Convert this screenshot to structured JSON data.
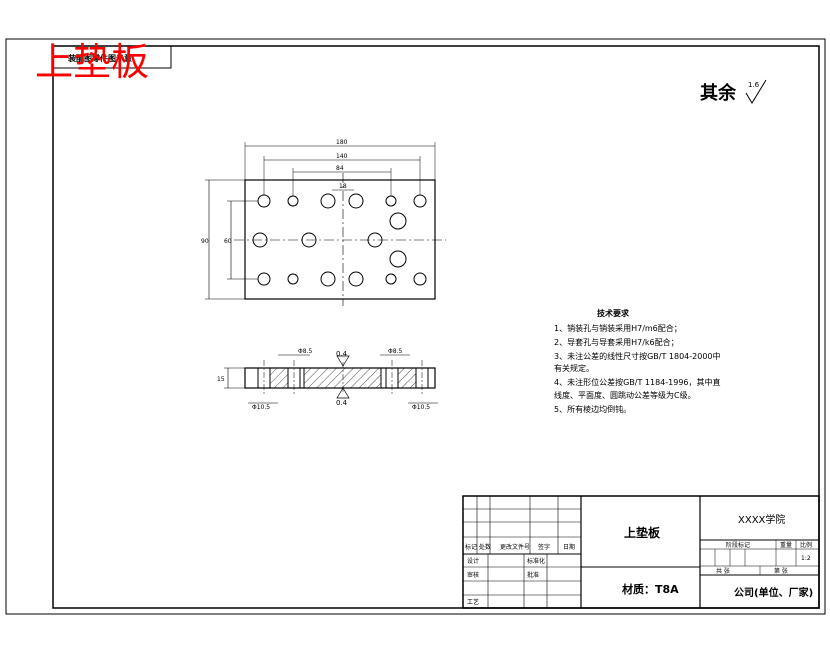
{
  "header": {
    "big_title": "上垫板",
    "stamp_text": "装配图零件图示意"
  },
  "surface_finish": {
    "label": "其余",
    "value": "1.6"
  },
  "plan_view": {
    "dims": {
      "overall_width": "180",
      "outer_holes": "140",
      "inner_holes": "84",
      "center_gap": "18",
      "overall_height": "90",
      "row_spacing": "60"
    }
  },
  "section_view": {
    "dims": {
      "left_dim": "Φ8.5",
      "right_dim": "Φ8.5",
      "left_bottom": "Φ10.5",
      "right_bottom": "Φ10.5",
      "thickness": "15"
    },
    "roughness_top": "0.4",
    "roughness_bottom": "0.4"
  },
  "tech_requirements": {
    "title": "技术要求",
    "lines": [
      "1、销装孔与销装采用H7/m6配合；",
      "2、导套孔与导套采用H7/k6配合；",
      "3、未注公差的线性尺寸按GB/T 1804-2000中",
      "   有关规定。",
      "4、未注形位公差按GB/T 1184-1996，其中直",
      "   线度、平面度、圆跳动公差等级为C级。",
      "5、所有棱边均倒钝。"
    ]
  },
  "title_block": {
    "part_name": "上垫板",
    "material": "材质：T8A",
    "school": "XXXX学院",
    "company": "公司(单位、厂家)",
    "labels": {
      "mark": "标记",
      "count": "处数",
      "change_doc": "更改文件号",
      "signature": "签字",
      "date": "日期",
      "design": "设计",
      "check": "审核",
      "process": "工艺",
      "standard": "标准化",
      "approve": "批准",
      "stage_mark": "阶段标记",
      "weight": "重量",
      "scale": "比例",
      "sheet": "第 张",
      "sheets": "共 张",
      "scale_value": "1:2"
    }
  }
}
